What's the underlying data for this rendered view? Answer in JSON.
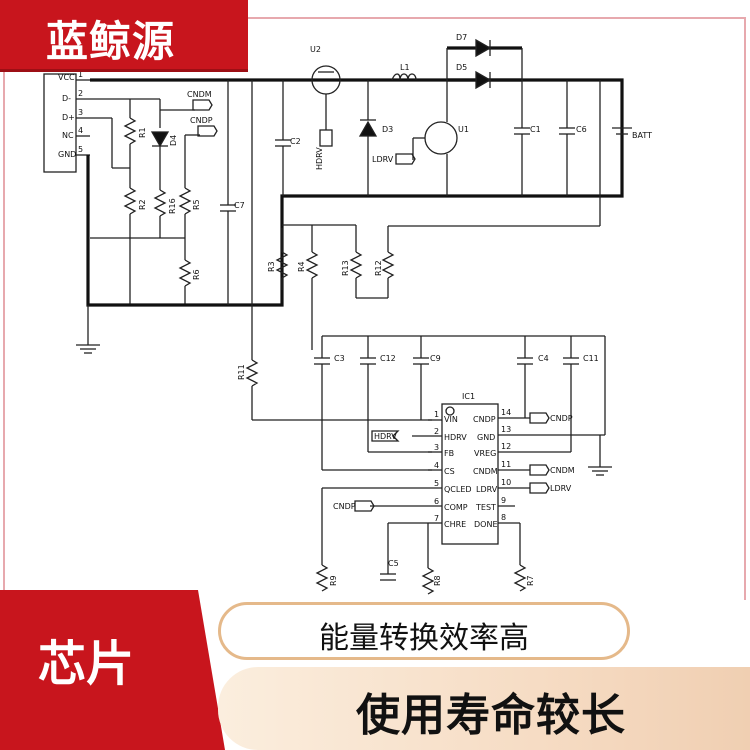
{
  "brand": {
    "name": "蓝鲸源"
  },
  "banner": {
    "chip": "芯片",
    "feature_1": "能量转换效率高",
    "feature_2": "使用寿命较长"
  },
  "colors": {
    "accent_red": "#c8151d",
    "pill_bg": "#f6dcc4"
  },
  "schematic": {
    "connector_pins": [
      {
        "num": "1",
        "name": "VCC"
      },
      {
        "num": "2",
        "name": "D-"
      },
      {
        "num": "3",
        "name": "D+"
      },
      {
        "num": "4",
        "name": "NC"
      },
      {
        "num": "5",
        "name": "GND"
      }
    ],
    "components": {
      "u2": "U2",
      "u1": "U1",
      "l1": "L1",
      "d7": "D7",
      "d5": "D5",
      "d3": "D3",
      "d4": "D4",
      "c1": "C1",
      "c6": "C6",
      "c2": "C2",
      "c7": "C7",
      "c3": "C3",
      "c12": "C12",
      "c9": "C9",
      "c4": "C4",
      "c11": "C11",
      "c5": "C5",
      "r1": "R1",
      "r2": "R2",
      "r16": "R16",
      "r5": "R5",
      "r6": "R6",
      "r3": "R3",
      "r4": "R4",
      "r13": "R13",
      "r12": "R12",
      "r11": "R11",
      "r9": "R9",
      "r8": "R8",
      "r7": "R7",
      "batt": "BATT",
      "ic1": "IC1"
    },
    "nets": {
      "cndm": "CNDM",
      "cndp": "CNDP",
      "hdrv": "HDRV",
      "ldrv": "LDRV"
    },
    "ic1_left_pins": [
      {
        "num": "1",
        "name": "VIN"
      },
      {
        "num": "2",
        "name": "HDRV"
      },
      {
        "num": "3",
        "name": "FB"
      },
      {
        "num": "4",
        "name": "CS"
      },
      {
        "num": "5",
        "name": "QCLED"
      },
      {
        "num": "6",
        "name": "COMP"
      },
      {
        "num": "7",
        "name": "CHRE"
      }
    ],
    "ic1_right_pins": [
      {
        "num": "14",
        "name": "CNDP"
      },
      {
        "num": "13",
        "name": "GND"
      },
      {
        "num": "12",
        "name": "VREG"
      },
      {
        "num": "11",
        "name": "CNDM"
      },
      {
        "num": "10",
        "name": "LDRV"
      },
      {
        "num": "9",
        "name": "TEST"
      },
      {
        "num": "8",
        "name": "DONE"
      }
    ]
  }
}
